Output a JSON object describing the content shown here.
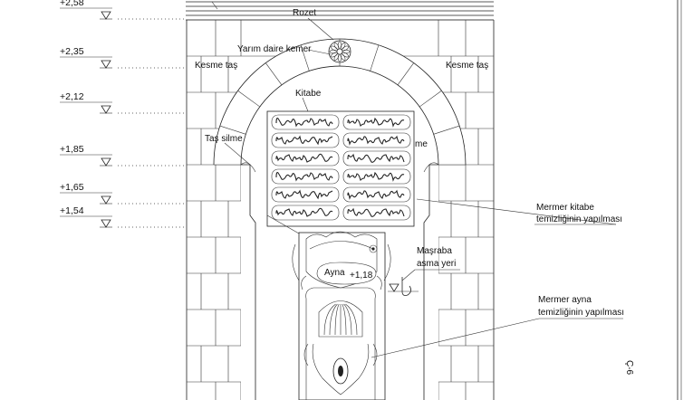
{
  "elevations": [
    {
      "label": "+2,58"
    },
    {
      "label": "+2,35"
    },
    {
      "label": "+2,12"
    },
    {
      "label": "+1,85"
    },
    {
      "label": "+1,65"
    },
    {
      "label": "+1,54"
    }
  ],
  "labels": {
    "rozet": "Rozet",
    "yarim_daire_kemer": "Yarım daire kemer",
    "kesme_tas_left": "Kesme taş",
    "kesme_tas_right": "Kesme taş",
    "kitabe": "Kitabe",
    "tas_silme_left": "Taş silme",
    "tas_silme_right_partial": "me",
    "ayna": "Ayna",
    "ayna_elev": "+1,18",
    "masraba_line1": "Maşraba",
    "masraba_line2": "asma yeri",
    "mermer_kitabe_line1": "Mermer kitabe",
    "mermer_kitabe_line2": "temizliğinin yapılması",
    "mermer_ayna_line1": "Mermer ayna",
    "mermer_ayna_line2": "temizliğinin yapılması",
    "side_mark": "Ç-6"
  },
  "colors": {
    "ink": "#222222",
    "paper": "#ffffff"
  }
}
